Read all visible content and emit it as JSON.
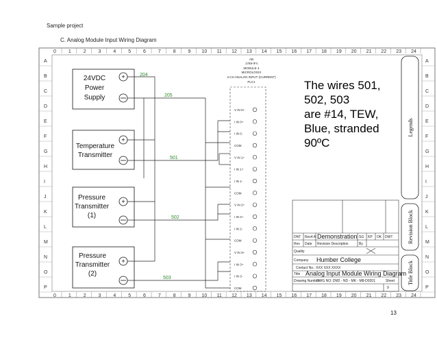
{
  "header": {
    "project": "Sample project",
    "section": "C.    Analog Module Input Wiring Diagram"
  },
  "page_number": "13",
  "border": {
    "columns": [
      "0",
      "1",
      "2",
      "3",
      "4",
      "5",
      "6",
      "7",
      "8",
      "9",
      "10",
      "11",
      "12",
      "13",
      "14",
      "15",
      "16",
      "17",
      "18",
      "19",
      "20",
      "21",
      "22",
      "23",
      "24"
    ],
    "rows": [
      "A",
      "B",
      "C",
      "D",
      "E",
      "F",
      "G",
      "H",
      "I",
      "J",
      "K",
      "L",
      "M",
      "N",
      "O",
      "P"
    ]
  },
  "module": {
    "line1": "AB",
    "line2": "1769-IF4",
    "line3": "MODULE 4",
    "line4": "MICROLOGIX",
    "line5": "4-CH ANALOG INPUT (CURRENT)",
    "line6": "PLC1",
    "terminals": [
      "V IN 0+",
      "I IN 0+",
      "I IN 0-",
      "COM",
      "V IN 1+",
      "I IN 1+",
      "I IN 1-",
      "COM",
      "V IN 2+",
      "I IN 2+",
      "I IN 2-",
      "COM",
      "V IN 3+",
      "I IN 3+",
      "I IN 3-",
      "COM"
    ]
  },
  "devices": {
    "power": [
      "24VDC",
      "Power",
      "Supply"
    ],
    "temperature": [
      "Temperature",
      "Transmitter"
    ],
    "pressure1": [
      "Pressure",
      "Transmitter",
      "(1)"
    ],
    "pressure2": [
      "Pressure",
      "Transmitter",
      "(2)"
    ]
  },
  "wires": [
    "204",
    "205",
    "501",
    "502",
    "503"
  ],
  "note": [
    "The wires 501,",
    "502, 503",
    "are #14, TEW,",
    "Blue, stranded",
    "90ºC"
  ],
  "side_blocks": {
    "legends": "Legends",
    "revision": "Revision Block",
    "title": "Title Block"
  },
  "title_block": {
    "row1_a": "DNT",
    "row1_b": "Rev4 A",
    "row1_c": "Demonstration",
    "row1_d": "SG",
    "row1_e": "KP",
    "row1_f": "OK",
    "row1_g": "DWT",
    "row2_a": "Rev",
    "row2_b": "Date",
    "row2_c": "Revision Description",
    "row2_d": "By",
    "row3_a": "Quality",
    "company_label": "Company",
    "company": "Humber College",
    "contact": "Contact No.: XXX XXX XXXX",
    "title_label": "Title",
    "title": "Analog Input Module Wiring Diagram",
    "dwg_label": "Drawing Number",
    "dwg": "DWG NO: DM2 - ND - MK - M8-D0201",
    "sheet_label": "Sheet",
    "sheet": "9"
  }
}
